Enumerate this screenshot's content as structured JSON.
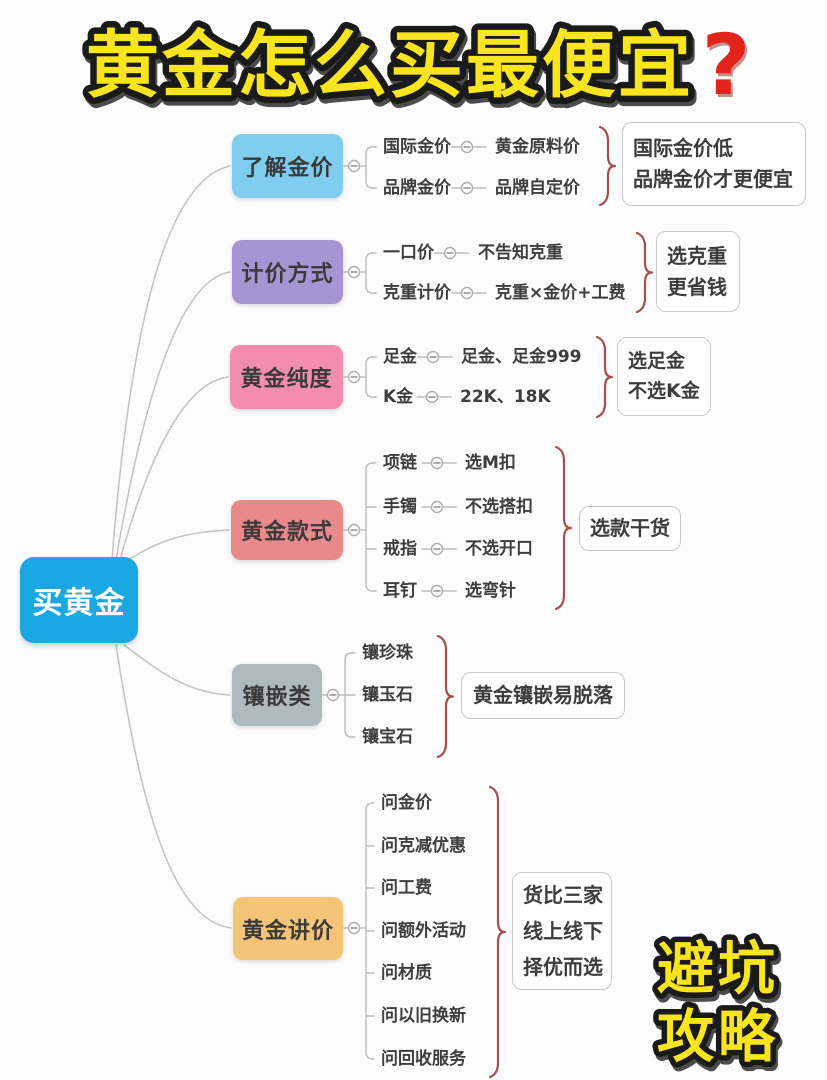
{
  "title": {
    "text": "黄金怎么买最便宜",
    "qmark": "?"
  },
  "root": {
    "label": "买黄金",
    "color": "#1ba8e2"
  },
  "branches": [
    {
      "label": "了解金价",
      "color": "#7fcef0",
      "children": [
        {
          "label": "国际金价",
          "sub": "黄金原料价"
        },
        {
          "label": "品牌金价",
          "sub": "品牌自定价"
        }
      ],
      "note": {
        "lines": [
          "国际金价低",
          "品牌金价才更便宜"
        ]
      }
    },
    {
      "label": "计价方式",
      "color": "#a795d3",
      "children": [
        {
          "label": "一口价",
          "sub": "不告知克重"
        },
        {
          "label": "克重计价",
          "sub": "克重×金价+工费"
        }
      ],
      "note": {
        "lines": [
          "选克重",
          "更省钱"
        ]
      }
    },
    {
      "label": "黄金纯度",
      "color": "#f28db0",
      "children": [
        {
          "label": "足金",
          "sub": "足金、足金999"
        },
        {
          "label": "K金",
          "sub": "22K、18K"
        }
      ],
      "note": {
        "lines": [
          "选足金",
          "不选K金"
        ]
      }
    },
    {
      "label": "黄金款式",
      "color": "#e8898b",
      "children": [
        {
          "label": "项链",
          "sub": "选M扣"
        },
        {
          "label": "手镯",
          "sub": "不选搭扣"
        },
        {
          "label": "戒指",
          "sub": "不选开口"
        },
        {
          "label": "耳钉",
          "sub": "选弯针"
        }
      ],
      "note": {
        "lines": [
          "选款干货"
        ]
      }
    },
    {
      "label": "镶嵌类",
      "color": "#afbabe",
      "children": [
        {
          "label": "镶珍珠"
        },
        {
          "label": "镶玉石"
        },
        {
          "label": "镶宝石"
        }
      ],
      "note": {
        "lines": [
          "黄金镶嵌易脱落"
        ]
      }
    },
    {
      "label": "黄金讲价",
      "color": "#f6c478",
      "children": [
        {
          "label": "问金价"
        },
        {
          "label": "问克减优惠"
        },
        {
          "label": "问工费"
        },
        {
          "label": "问额外活动"
        },
        {
          "label": "问材质"
        },
        {
          "label": "问以旧换新"
        },
        {
          "label": "问回收服务"
        }
      ],
      "note": {
        "lines": [
          "货比三家",
          "线上线下",
          "择优而选"
        ]
      }
    }
  ],
  "slogan": {
    "lines": [
      "避坑",
      "攻略"
    ]
  },
  "colors": {
    "title_fill": "#f8e51d",
    "title_outline": "#1a1a1a",
    "question_red": "#e3241d",
    "brace_red": "#a4504d",
    "wire_gray": "#bdbdbd"
  }
}
